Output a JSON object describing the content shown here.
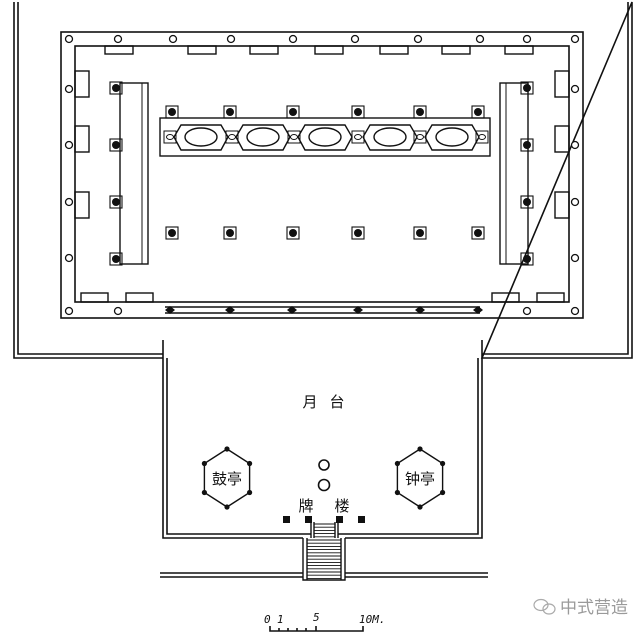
{
  "labels": {
    "moon_terrace": [
      "月",
      "台"
    ],
    "drum_pavilion": "鼓亭",
    "bell_pavilion": "钟亭",
    "memorial_archway": [
      "牌",
      "楼"
    ]
  },
  "scale_bar": {
    "ticks": [
      "0",
      "1",
      "5",
      "10M."
    ]
  },
  "watermark": "中式营造"
}
